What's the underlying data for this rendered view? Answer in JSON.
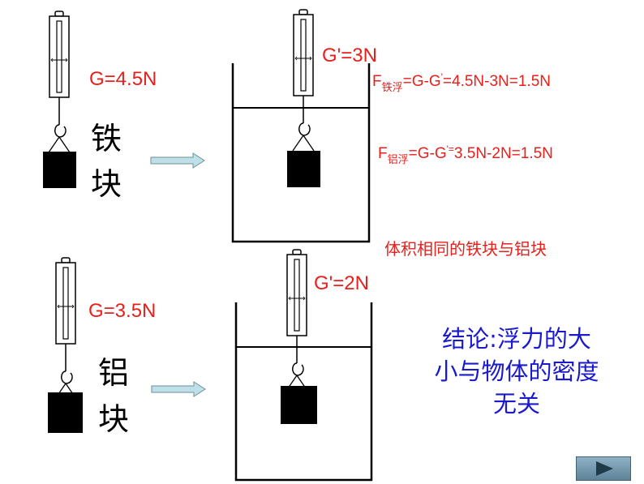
{
  "top": {
    "weight_label": "G=4.5N",
    "metal_char_1": "铁",
    "metal_char_2": "块",
    "apparent_label": "G'=3N",
    "eq1": {
      "F": "F",
      "sub": "铁浮",
      "mid": "=G-G",
      "sup": "'",
      "rest": "=4.5N-3N=1.5N"
    },
    "eq2": {
      "F": "F",
      "sub": "铝浮",
      "mid": "=G-G",
      "sup": "'=",
      "rest": "3.5N-2N=1.5N"
    },
    "volume_note": "体积相同的铁块与铝块"
  },
  "bottom": {
    "weight_label": "G=3.5N",
    "metal_char_1": "铝",
    "metal_char_2": "块",
    "apparent_label": "G'=2N"
  },
  "conclusion": {
    "line1": "结论:浮力的大",
    "line2": "小与物体的密度",
    "line3": "无关"
  },
  "colors": {
    "label": "#e8201c",
    "conclusion": "#1a1acc",
    "block": "#000000",
    "arrow_fill": "#bfe0e8"
  },
  "icons": {
    "next": "play-triangle-icon"
  }
}
